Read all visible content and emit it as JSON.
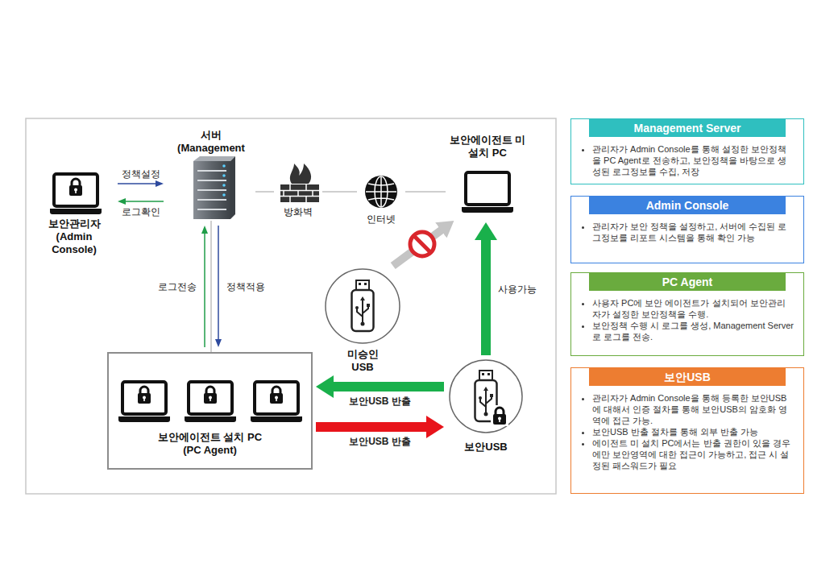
{
  "diagram": {
    "nodes": [
      {
        "text": [
          "보안관리자 (Admin Console)"
        ]
      },
      {
        "text": [
          "서버 (Management"
        ]
      },
      {
        "text": [
          "방화벽"
        ]
      },
      {
        "text": [
          "인터넷"
        ]
      },
      {
        "text": [
          "보안에이전트 미설치 PC"
        ]
      },
      {
        "text": [
          "보안에이전트 설치 PC (PC Agent)"
        ]
      },
      {
        "text": [
          "미승인 USB"
        ]
      },
      {
        "text": [
          "보안USB"
        ]
      },
      {
        "text": [
          "Management Server",
          "관리자가 Admin Console를 통해 설정한 보안정책을 PC Agent로 전송하고, 보안정책을 바탕으로 생성된 로그정보를 수집, 저장"
        ]
      },
      {
        "text": [
          "Admin Console",
          "관리자가 보안 정책을 설정하고, 서버에 수집된 로그정보를 리포트 시스템을 통해 확인 가능"
        ]
      },
      {
        "text": [
          "PC Agent",
          "사용자 PC에 보안 에이전트가 설치되어 보안관리자가 설정한 보안정책을 수행.",
          "보안정책 수행 시 로그를 생성, Management Server로 로그를 전송."
        ]
      },
      {
        "text": [
          "보안USB",
          "관리자가 Admin Console을 통해 등록한 보안USB에 대해서 인증 절차를 통해 보안USB의 암호화 영역에 접근 가능.",
          "보안USB 반출 절차를 통해 외부 반출 가능",
          "에이전트 미 설치 PC에서는 반출 권한이 있을 경우에만 보안영역에 대한 접근이 가능하고, 접근 시 설정된 패스워드가 필요"
        ]
      }
    ],
    "edges": [
      {
        "from": 0,
        "to": 1,
        "arrow": "to",
        "label": "정책설정"
      },
      {
        "from": 1,
        "to": 0,
        "arrow": "to",
        "label": "로그확인"
      },
      {
        "from": 1,
        "to": 2,
        "arrow": "none"
      },
      {
        "from": 2,
        "to": 3,
        "arrow": "none"
      },
      {
        "from": 3,
        "to": 4,
        "arrow": "none"
      },
      {
        "from": 1,
        "to": 5,
        "arrow": "none"
      },
      {
        "from": 5,
        "to": 1,
        "arrow": "to",
        "label": "로그전송"
      },
      {
        "from": 1,
        "to": 5,
        "arrow": "to",
        "label": "정책적용"
      },
      {
        "from": 7,
        "to": 5,
        "arrow": "to",
        "label": "보안USB 반출"
      },
      {
        "from": 5,
        "to": 7,
        "arrow": "to",
        "label": "보안USB 반출"
      },
      {
        "from": 7,
        "to": 4,
        "arrow": "to",
        "label": "사용가능"
      },
      {
        "from": 6,
        "to": 4,
        "arrow": "to"
      }
    ]
  }
}
